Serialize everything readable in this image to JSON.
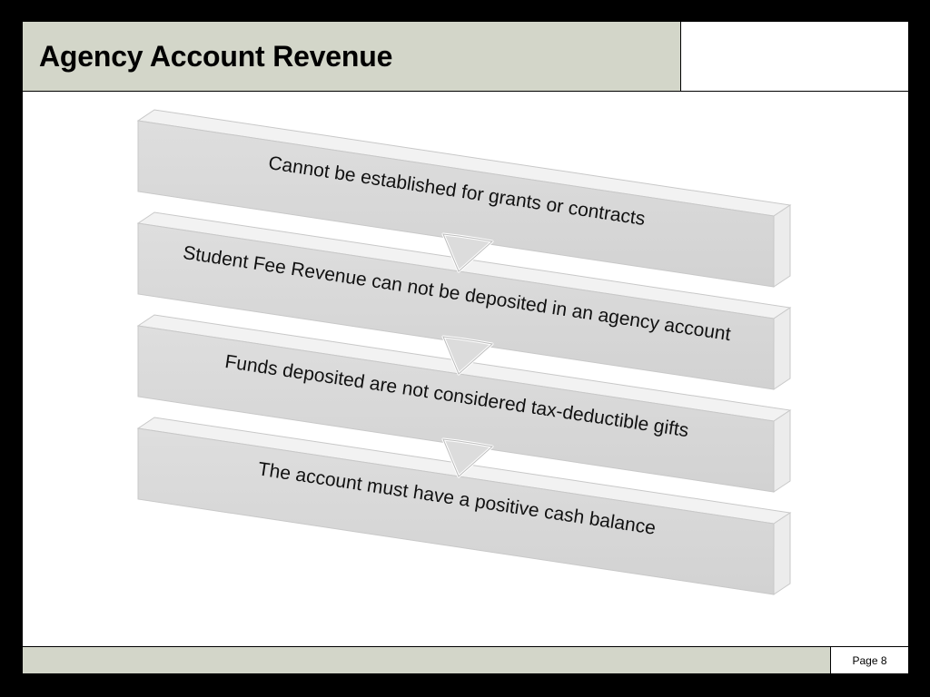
{
  "slide": {
    "title": "Agency Account Revenue",
    "page_label": "Page 8"
  },
  "steps": [
    "Cannot be established for grants or contracts",
    "Student Fee Revenue can not be deposited in an agency account",
    "Funds deposited are not considered tax-deductible gifts",
    "The account must have a positive cash balance"
  ],
  "colors": {
    "background": "#000000",
    "slide": "#ffffff",
    "header_band": "#d3d6c9",
    "box_face": "#d9d9d9",
    "box_side": "#ededed",
    "box_top": "#f4f4f4"
  }
}
